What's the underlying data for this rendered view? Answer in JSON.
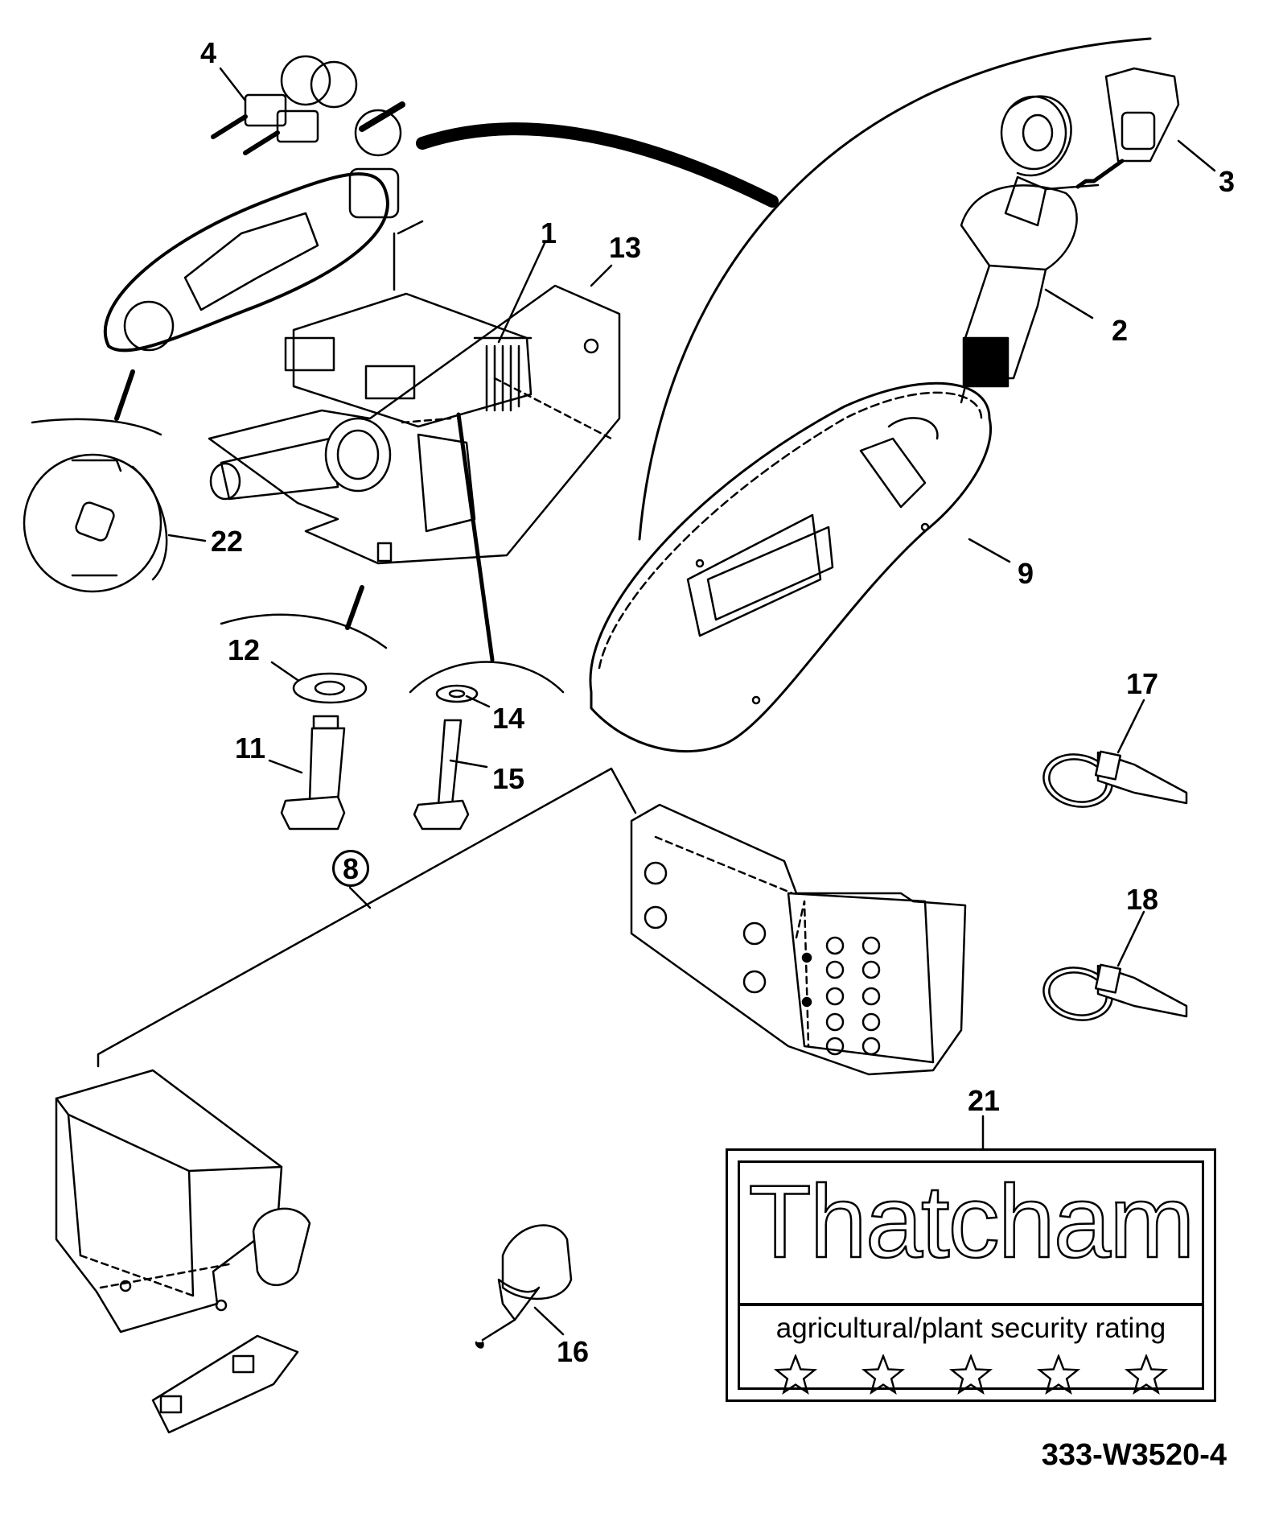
{
  "callouts": {
    "c1": "1",
    "c2": "2",
    "c3": "3",
    "c4": "4",
    "c8": "8",
    "c9": "9",
    "c11": "11",
    "c12": "12",
    "c13": "13",
    "c14": "14",
    "c15": "15",
    "c16": "16",
    "c17": "17",
    "c18": "18",
    "c21": "21",
    "c22": "22"
  },
  "label": {
    "brand": "Thatcham",
    "rating": "agricultural/plant security rating",
    "stars": 5
  },
  "drawing_ref": "333-W3520-4"
}
